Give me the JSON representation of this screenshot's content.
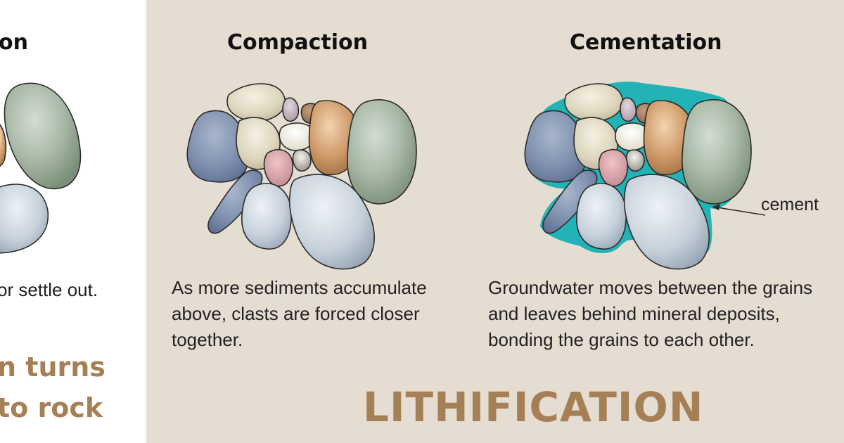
{
  "left_panel": {
    "heading": "on",
    "description": "or settle out.",
    "summary_line1": "n turns",
    "summary_line2": "to rock"
  },
  "compaction": {
    "heading": "Compaction",
    "description": "As more sediments accumulate above, clasts are forced closer together."
  },
  "cementation": {
    "heading": "Cementation",
    "description": "Groundwater moves between the grains and leaves behind mineral deposits, bonding the grains to each other.",
    "cement_label": "cement"
  },
  "title": "LITHIFICATION",
  "colors": {
    "panel_background": "#e5ddd2",
    "accent_brown": "#a57f55",
    "cement": "#22b3b6"
  }
}
